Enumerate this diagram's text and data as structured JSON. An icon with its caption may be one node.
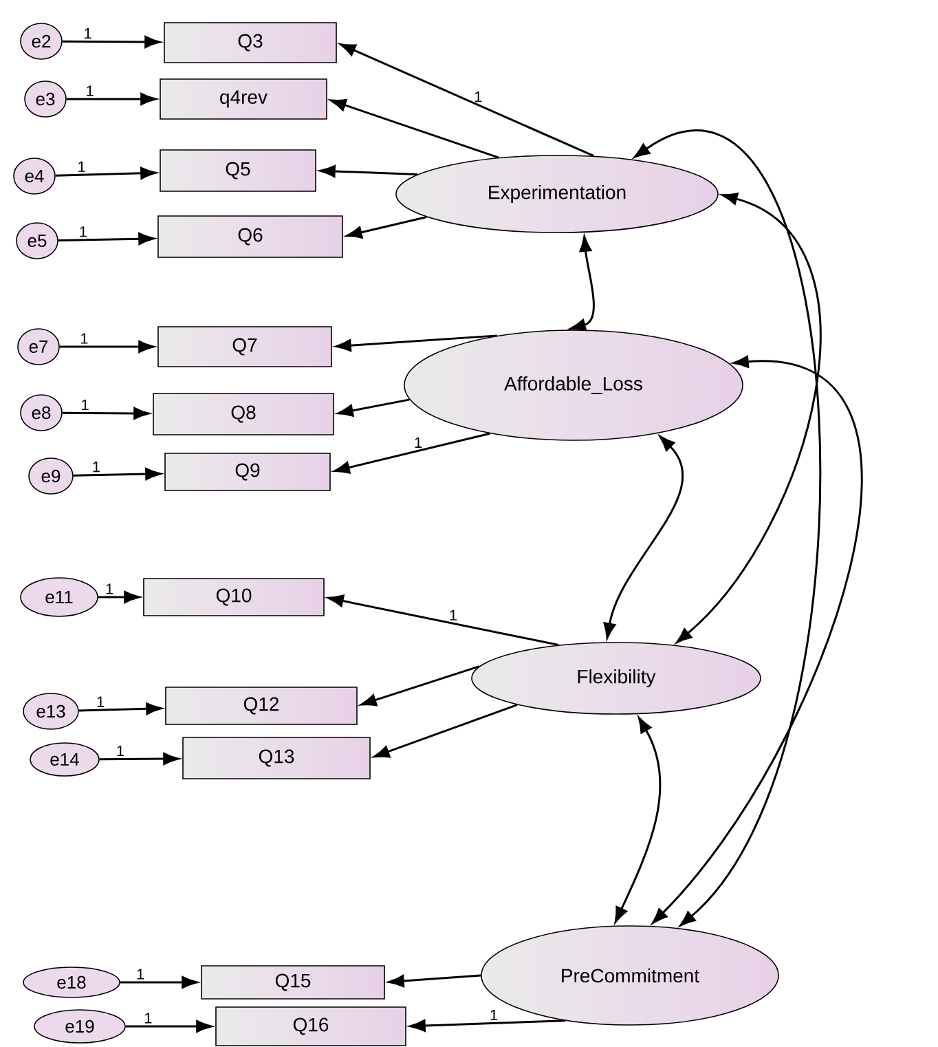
{
  "diagram": {
    "nodes": [
      {
        "text": [
          "e2"
        ]
      },
      {
        "text": [
          "Q3"
        ]
      },
      {
        "text": [
          "e3"
        ]
      },
      {
        "text": [
          "q4rev"
        ]
      },
      {
        "text": [
          "e4"
        ]
      },
      {
        "text": [
          "Q5"
        ]
      },
      {
        "text": [
          "Experimentation"
        ]
      },
      {
        "text": [
          "e5"
        ]
      },
      {
        "text": [
          "Q6"
        ]
      },
      {
        "text": [
          "e7"
        ]
      },
      {
        "text": [
          "Q7"
        ]
      },
      {
        "text": [
          "Affordable_Loss"
        ]
      },
      {
        "text": [
          "e8"
        ]
      },
      {
        "text": [
          "Q8"
        ]
      },
      {
        "text": [
          "e9"
        ]
      },
      {
        "text": [
          "Q9"
        ]
      },
      {
        "text": [
          "e11"
        ]
      },
      {
        "text": [
          "Q10"
        ]
      },
      {
        "text": [
          "Flexibility"
        ]
      },
      {
        "text": [
          "e13"
        ]
      },
      {
        "text": [
          "Q12"
        ]
      },
      {
        "text": [
          "e14"
        ]
      },
      {
        "text": [
          "Q13"
        ]
      },
      {
        "text": [
          "PreCommitment"
        ]
      },
      {
        "text": [
          "e18"
        ]
      },
      {
        "text": [
          "Q15"
        ]
      },
      {
        "text": [
          "e19"
        ]
      },
      {
        "text": [
          "Q16"
        ]
      }
    ],
    "edges": [
      {
        "from": 0,
        "to": 1,
        "arrow": "to",
        "label": "1"
      },
      {
        "from": 2,
        "to": 3,
        "arrow": "to",
        "label": "1"
      },
      {
        "from": 4,
        "to": 5,
        "arrow": "to",
        "label": "1"
      },
      {
        "from": 7,
        "to": 8,
        "arrow": "to",
        "label": "1"
      },
      {
        "from": 9,
        "to": 10,
        "arrow": "to",
        "label": "1"
      },
      {
        "from": 12,
        "to": 13,
        "arrow": "to",
        "label": "1"
      },
      {
        "from": 14,
        "to": 15,
        "arrow": "to",
        "label": "1"
      },
      {
        "from": 16,
        "to": 17,
        "arrow": "to",
        "label": "1"
      },
      {
        "from": 19,
        "to": 20,
        "arrow": "to",
        "label": "1"
      },
      {
        "from": 21,
        "to": 22,
        "arrow": "to",
        "label": "1"
      },
      {
        "from": 24,
        "to": 25,
        "arrow": "to",
        "label": "1"
      },
      {
        "from": 26,
        "to": 27,
        "arrow": "to",
        "label": "1"
      },
      {
        "from": 6,
        "to": 1,
        "arrow": "to",
        "label": "1"
      },
      {
        "from": 6,
        "to": 3,
        "arrow": "to"
      },
      {
        "from": 6,
        "to": 5,
        "arrow": "to"
      },
      {
        "from": 6,
        "to": 8,
        "arrow": "to"
      },
      {
        "from": 11,
        "to": 10,
        "arrow": "to"
      },
      {
        "from": 11,
        "to": 13,
        "arrow": "to"
      },
      {
        "from": 11,
        "to": 15,
        "arrow": "to",
        "label": "1"
      },
      {
        "from": 18,
        "to": 17,
        "arrow": "to",
        "label": "1"
      },
      {
        "from": 18,
        "to": 20,
        "arrow": "to"
      },
      {
        "from": 18,
        "to": 22,
        "arrow": "to"
      },
      {
        "from": 23,
        "to": 25,
        "arrow": "to"
      },
      {
        "from": 23,
        "to": 27,
        "arrow": "to",
        "label": "1"
      },
      {
        "from": 6,
        "to": 11,
        "arrow": "both"
      },
      {
        "from": 6,
        "to": 18,
        "arrow": "both"
      },
      {
        "from": 6,
        "to": 23,
        "arrow": "both"
      },
      {
        "from": 11,
        "to": 18,
        "arrow": "both"
      },
      {
        "from": 11,
        "to": 23,
        "arrow": "both"
      },
      {
        "from": 18,
        "to": 23,
        "arrow": "both"
      }
    ]
  }
}
